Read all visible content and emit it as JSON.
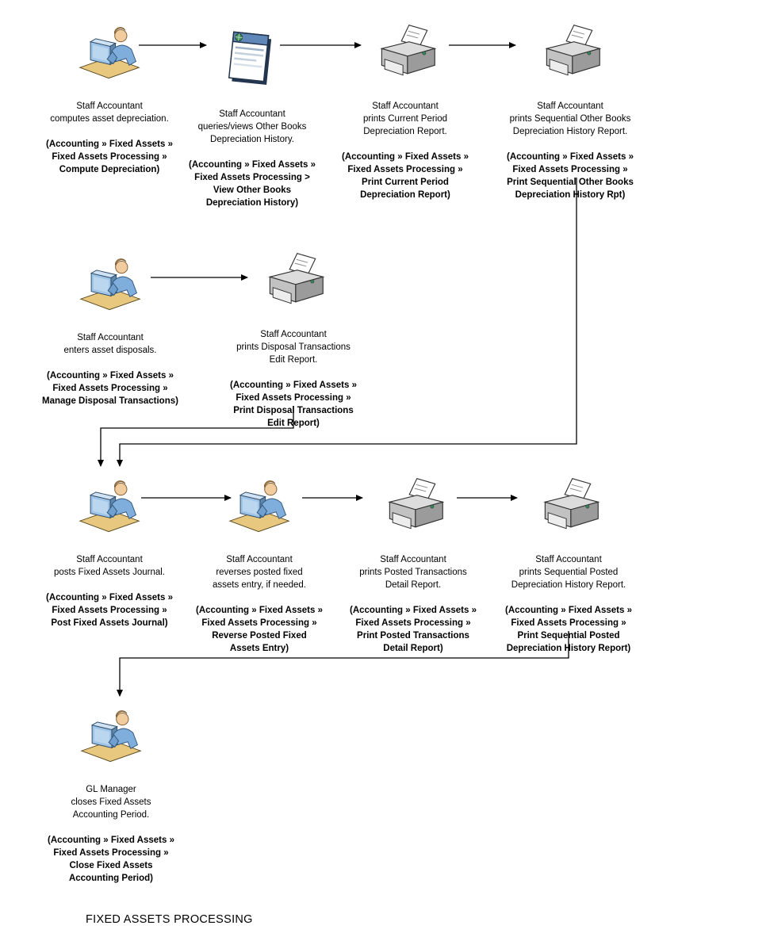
{
  "diagram": {
    "title": "FIXED ASSETS PROCESSING",
    "nodes": [
      {
        "icon": "person-computer-icon",
        "desc": "Staff Accountant\ncomputes asset depreciation.",
        "path": "(Accounting » Fixed Assets »\nFixed Assets Processing »\nCompute Depreciation)"
      },
      {
        "icon": "browser-window-icon",
        "desc": "Staff Accountant\nqueries/views Other Books\nDepreciation History.",
        "path": "(Accounting » Fixed Assets »\nFixed Assets Processing >\nView Other Books\nDepreciation History)"
      },
      {
        "icon": "printer-icon",
        "desc": "Staff Accountant\nprints Current Period\nDepreciation Report.",
        "path": "(Accounting » Fixed Assets »\nFixed Assets Processing »\nPrint Current Period\nDepreciation Report)"
      },
      {
        "icon": "printer-icon",
        "desc": "Staff Accountant\nprints Sequential Other Books\nDepreciation History Report.",
        "path": "(Accounting » Fixed Assets »\nFixed Assets Processing »\nPrint Sequential Other Books\nDepreciation History Rpt)"
      },
      {
        "icon": "person-computer-icon",
        "desc": "Staff Accountant\nenters asset disposals.",
        "path": "(Accounting » Fixed Assets »\nFixed Assets Processing »\nManage Disposal Transactions)"
      },
      {
        "icon": "printer-icon",
        "desc": "Staff Accountant\nprints Disposal Transactions\nEdit Report.",
        "path": "(Accounting » Fixed Assets »\nFixed Assets Processing »\nPrint Disposal Transactions\nEdit Report)"
      },
      {
        "icon": "person-computer-icon",
        "desc": "Staff Accountant\nposts Fixed Assets Journal.",
        "path": "(Accounting » Fixed Assets »\nFixed Assets Processing »\nPost Fixed Assets Journal)"
      },
      {
        "icon": "person-computer-icon",
        "desc": "Staff Accountant\nreverses posted fixed\nassets entry, if needed.",
        "path": "(Accounting » Fixed Assets »\nFixed Assets Processing »\nReverse Posted Fixed\nAssets Entry)"
      },
      {
        "icon": "printer-icon",
        "desc": "Staff Accountant\nprints Posted Transactions\nDetail Report.",
        "path": "(Accounting » Fixed Assets »\nFixed Assets Processing »\nPrint Posted Transactions\nDetail Report)"
      },
      {
        "icon": "printer-icon",
        "desc": "Staff Accountant\nprints Sequential Posted\nDepreciation History Report.",
        "path": "(Accounting » Fixed Assets »\nFixed Assets Processing »\nPrint Sequential Posted\nDepreciation History Report)"
      },
      {
        "icon": "person-computer-icon",
        "desc": "GL Manager\ncloses Fixed Assets\nAccounting Period.",
        "path": "(Accounting » Fixed Assets »\nFixed Assets Processing »\nClose Fixed Assets\nAccounting Period)"
      }
    ]
  }
}
